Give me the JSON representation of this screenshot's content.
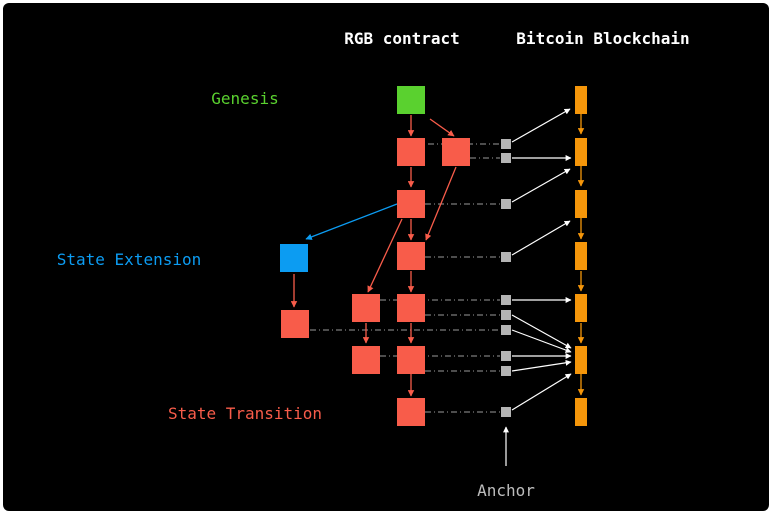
{
  "headers": {
    "rgb_contract": "RGB contract",
    "bitcoin_blockchain": "Bitcoin Blockchain"
  },
  "labels": {
    "genesis": "Genesis",
    "state_extension": "State Extension",
    "state_transition": "State Transition",
    "anchor": "Anchor"
  },
  "colors": {
    "background": "#000000",
    "genesis": "#5ad12f",
    "state_extension": "#0c9cf2",
    "state_transition": "#f85c4a",
    "bitcoin_block": "#f5960a",
    "anchor_node": "#b4b4b4",
    "anchor_arrow": "#ffffff",
    "header_text": "#ffffff",
    "anchor_text": "#bdbdbd"
  }
}
